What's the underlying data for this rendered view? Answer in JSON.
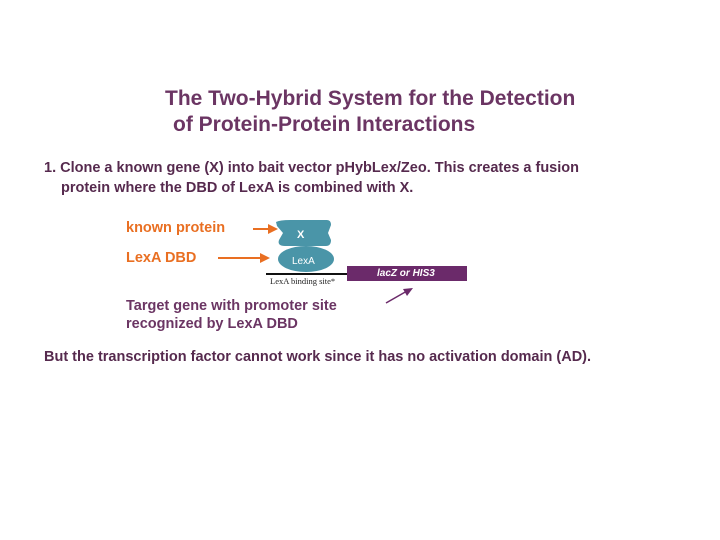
{
  "title": {
    "line1": "The Two-Hybrid System for the Detection",
    "line2": "of Protein-Protein Interactions"
  },
  "step1": {
    "line1": "1. Clone a known gene (X) into bait vector pHybLex/Zeo. This creates a fusion",
    "line2": "protein where the DBD of LexA is combined with X."
  },
  "diagram": {
    "known_protein_label": "known protein",
    "lexa_dbd_label": "LexA DBD",
    "x_label": "X",
    "lexa_label": "LexA",
    "binding_site_label": "LexA binding site",
    "reporter_label": "lacZ or HIS3",
    "target_line1": "Target gene with promoter site",
    "target_line2": "recognized by LexA DBD",
    "colors": {
      "protein_fill": "#4a95a8",
      "reporter_fill": "#6b2a6a",
      "arrow_orange": "#e96f22",
      "arrow_purple": "#6b2a6a",
      "text_purple": "#6b3563"
    }
  },
  "note": "But the transcription factor cannot work  since it has no activation domain (AD)."
}
